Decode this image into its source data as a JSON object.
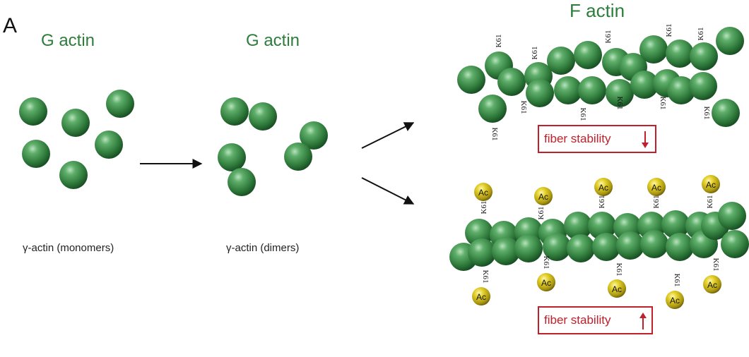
{
  "panel_label": "A",
  "titles": {
    "g_actin_monomers": "G actin",
    "g_actin_dimers": "G actin",
    "f_actin": "F actin"
  },
  "captions": {
    "monomers": "γ-actin (monomers)",
    "dimers": "γ-actin (dimers)"
  },
  "residue_label": "K61",
  "acetyl_label": "Ac",
  "stability": {
    "decrease_text": "fiber stability",
    "decrease_direction": "down",
    "increase_text": "fiber stability",
    "increase_direction": "up"
  },
  "colors": {
    "actin_green": "#3f8b4c",
    "title_green": "#2e7d3a",
    "acetyl_yellow": "#d8c21a",
    "box_red": "#c0202a"
  }
}
